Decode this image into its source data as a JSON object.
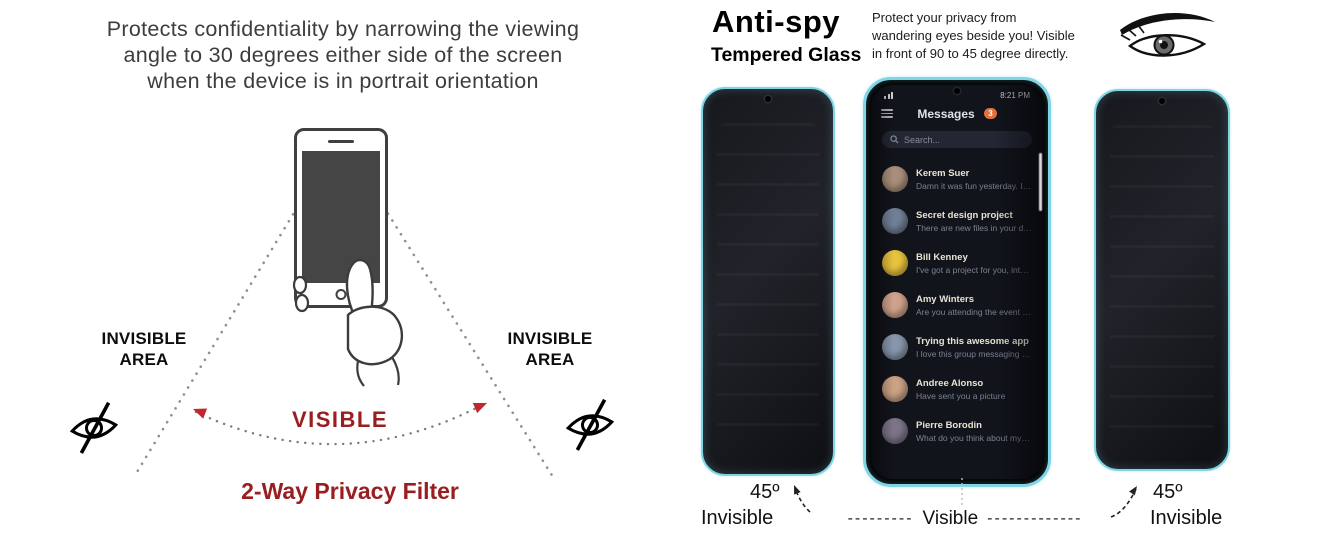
{
  "left_panel": {
    "heading": {
      "line1": "Protects confidentiality by narrowing the viewing",
      "line2": "angle to 30 degrees either side of the screen",
      "line3": "when the device is in portrait orientation"
    },
    "invisible_area_left": {
      "line1": "INVISIBLE",
      "line2": "AREA"
    },
    "invisible_area_right": {
      "line1": "INVISIBLE",
      "line2": "AREA"
    },
    "visible_label": "VISIBLE",
    "filter_title": "2-Way Privacy Filter",
    "accent_color": "#9a1d20",
    "arrow_color": "#c1272d"
  },
  "right_panel": {
    "title": "Anti-spy",
    "subtitle": "Tempered Glass",
    "description": {
      "line1": "Protect your privacy from",
      "line2": "wandering eyes beside you! Visible",
      "line3": "in front of 90 to 45 degree directly."
    },
    "glass_edge_color": "#7fd5e6",
    "phone_app": {
      "status_time": "8:21 PM",
      "app_title": "Messages",
      "unread_badge": "3",
      "badge_color": "#e2703a",
      "search_placeholder": "Search...",
      "chats": [
        {
          "name": "Kerem Suer",
          "preview": "Damn it was fun yesterday. I wa...",
          "avatar_color": "#a98f7a"
        },
        {
          "name": "Secret design project",
          "preview": "There are new files in your drop...",
          "avatar_color": "#6f7f95"
        },
        {
          "name": "Bill Kenney",
          "preview": "I've got a project for you, inter...",
          "avatar_color": "#e7c23c"
        },
        {
          "name": "Amy Winters",
          "preview": "Are you attending the event ne...",
          "avatar_color": "#cfa38b"
        },
        {
          "name": "Trying this awesome app",
          "preview": "I love this group messaging se...",
          "avatar_color": "#8796ab"
        },
        {
          "name": "Andree Alonso",
          "preview": "Have sent you a picture",
          "avatar_color": "#caa284"
        },
        {
          "name": "Pierre Borodin",
          "preview": "What do you think about my ne...",
          "avatar_color": "#7d7488"
        }
      ]
    },
    "bottom_labels": {
      "left_angle": "45º",
      "left_label": "Invisible",
      "dashes_left": "---------",
      "center_label": "Visible",
      "dashes_right": "-------------",
      "right_angle": "45º",
      "right_label": "Invisible"
    }
  }
}
